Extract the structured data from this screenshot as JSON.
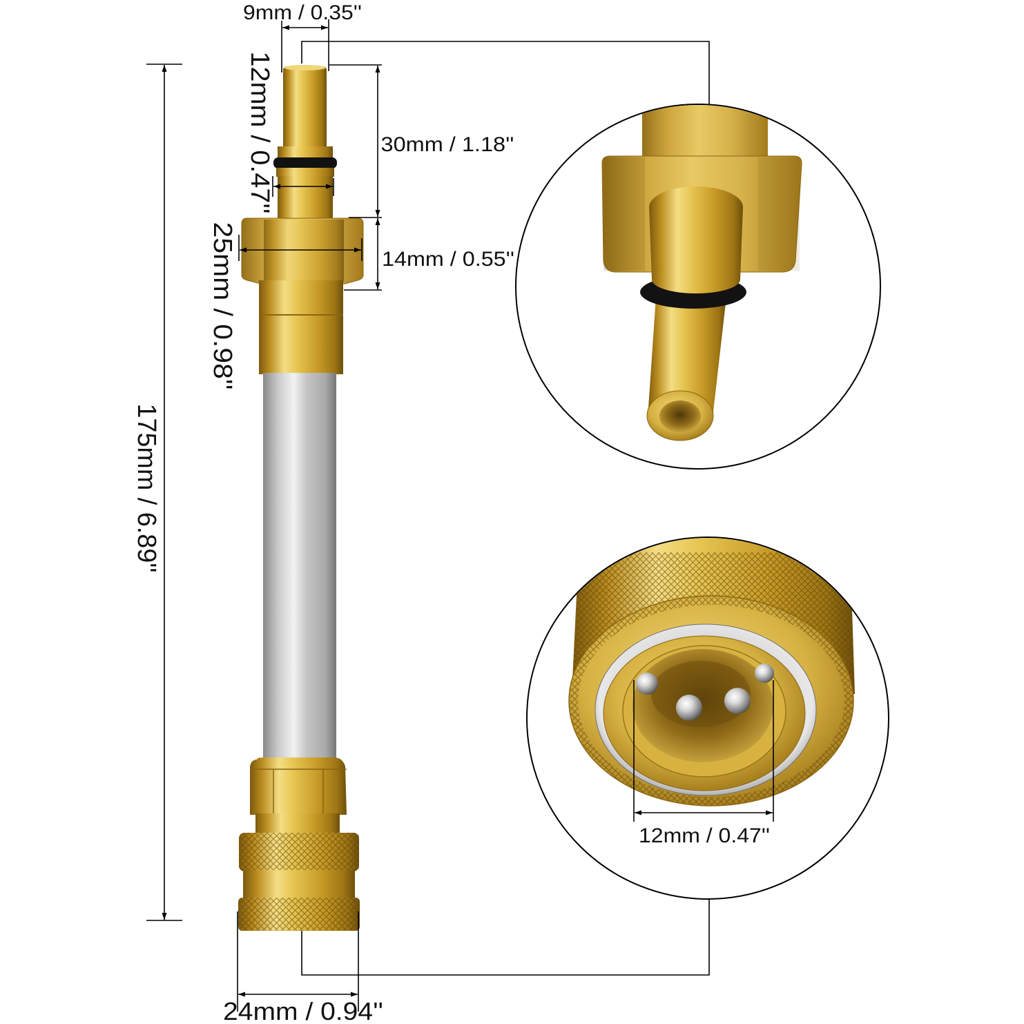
{
  "labels": {
    "tip_diameter": "9mm / 0.35''",
    "oring_diameter": "12mm / 0.47''",
    "tip_length": "30mm / 1.18''",
    "flange_width": "25mm / 0.98''",
    "flange_height": "14mm / 0.55''",
    "total_length": "175mm / 6.89''",
    "coupler_inner_diameter": "12mm / 0.47''",
    "coupler_outer_diameter": "24mm / 0.94''"
  },
  "colors": {
    "background": "#ffffff",
    "brass": "#d9b53a",
    "brass_light": "#f4dd84",
    "brass_dark": "#7d5a0e",
    "stainless": "#c8c8c8",
    "oring": "#121212",
    "line": "#000000"
  }
}
